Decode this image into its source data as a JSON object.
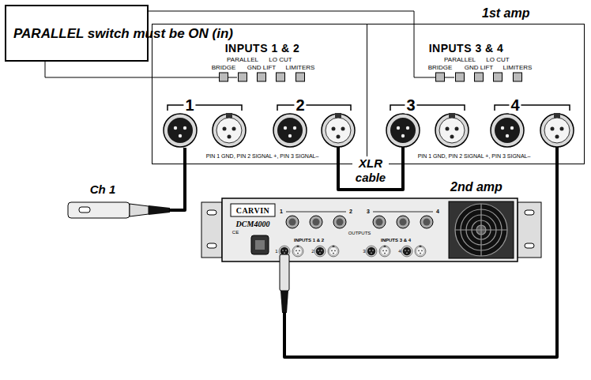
{
  "diagram": {
    "nodes": [
      {
        "text": [
          "PARALLEL switch must be ON (in)"
        ]
      },
      {
        "text": [
          "1st amp"
        ]
      },
      {
        "text": [
          "INPUTS 1 & 2",
          "PIN 1 GND, PIN 2 SIGNAL +, PIN 3 SIGNAL–"
        ],
        "in": 1
      },
      {
        "text": [
          "INPUTS 3 & 4",
          "PIN 1 GND, PIN 2 SIGNAL +, PIN 3 SIGNAL–"
        ],
        "in": 1
      },
      {
        "text": [
          "2nd amp"
        ]
      }
    ],
    "edges": [
      {
        "from": 2,
        "to": 3,
        "label": "XLR cable",
        "arrow": "none"
      },
      {
        "from": 3,
        "to": 4,
        "arrow": "none"
      }
    ],
    "labels": [
      "BRIDGE",
      "PARALLEL",
      "GND LIFT",
      "LO CUT",
      "LIMITERS",
      "BRIDGE",
      "PARALLEL",
      "GND LIFT",
      "LO CUT",
      "LIMITERS",
      "1",
      "2",
      "3",
      "4",
      "Ch 1",
      "CARVIN",
      "DCM4000",
      "CE",
      "1",
      "2",
      "3",
      "4",
      "OUTPUTS",
      "INPUTS 1 & 2",
      "INPUTS 3 & 4",
      "1",
      "2",
      "3",
      "4"
    ]
  }
}
